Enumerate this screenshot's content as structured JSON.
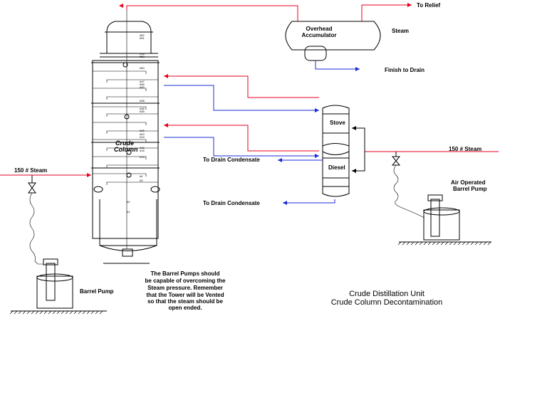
{
  "labels": {
    "to_relief": "To Relief",
    "overhead_accumulator_1": "Overhead",
    "overhead_accumulator_2": "Accumulator",
    "steam_top": "Steam",
    "finish_to_drain": "Finish to Drain",
    "stove": "Stove",
    "diesel": "Diesel",
    "crude_column_1": "Crude",
    "crude_column_2": "Column",
    "to_drain_condensate_1": "To Drain Condensate",
    "to_drain_condensate_2": "To Drain Condensate",
    "steam_150_left": "150 #  Steam",
    "steam_150_right": "150 # Steam",
    "air_operated_1": "Air Operated",
    "air_operated_2": "Barrel Pump",
    "barrel_pump": "Barrel Pump",
    "note_1": "The Barrel Pumps should",
    "note_2": "be capable of overcoming the",
    "note_3": "Steam pressure. Remember",
    "note_4": "that the Tower will be Vented",
    "note_5": "so that the steam should be",
    "note_6": "open ended.",
    "title_1": "Crude Distillation Unit",
    "title_2": "Crude Column Decontamination"
  },
  "tray_labels": [
    "#52",
    "#51",
    "#54",
    "#53",
    "#50",
    "#47",
    "#46",
    "#45",
    "#38",
    "#36",
    "#35",
    "#25",
    "#20",
    "#19",
    "#16",
    "#15",
    "#13",
    "#4",
    "#3",
    "#2",
    "#1"
  ],
  "colors": {
    "steam_line": "#e8001c",
    "drain_line": "#1a2bd6",
    "equipment": "#000000"
  }
}
